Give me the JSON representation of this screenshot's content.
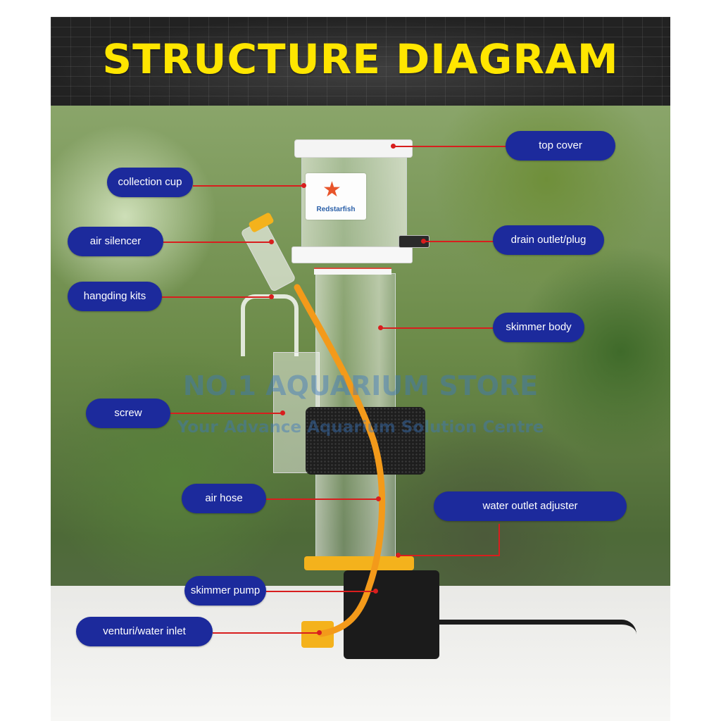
{
  "header": {
    "title": "STRUCTURE DIAGRAM"
  },
  "watermark": {
    "line1": "NO.1 AQUARIUM STORE",
    "line2": "Your Advance Aquarium Solution Centre"
  },
  "product": {
    "brand_label": "Redstarfish"
  },
  "callouts": {
    "top_cover": "top cover",
    "collection_cup": "collection cup",
    "drain_outlet": "drain outlet/plug",
    "air_silencer": "air silencer",
    "hanging_kits": "hangding kits",
    "skimmer_body": "skimmer body",
    "screw": "screw",
    "air_hose": "air hose",
    "water_outlet_adjuster": "water outlet adjuster",
    "skimmer_pump": "skimmer pump",
    "venturi_inlet": "venturi/water inlet"
  },
  "colors": {
    "title": "#ffe600",
    "label_bg": "#1c2a9c",
    "leader_line": "#d81e1e",
    "air_hose": "#f39a1a"
  }
}
